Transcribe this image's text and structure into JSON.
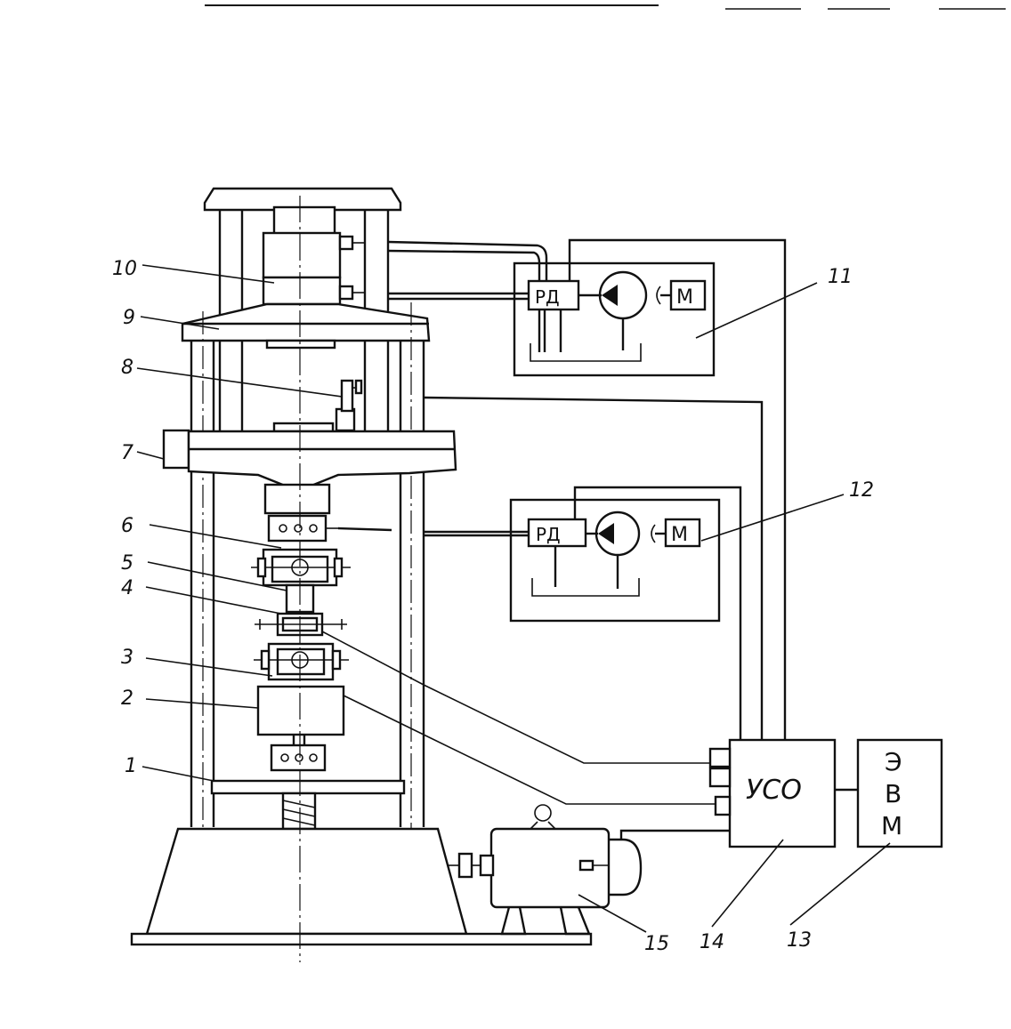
{
  "labels": {
    "l1": "1",
    "l2": "2",
    "l3": "3",
    "l4": "4",
    "l5": "5",
    "l6": "6",
    "l7": "7",
    "l8": "8",
    "l9": "9",
    "l10": "10",
    "l11": "11",
    "l12": "12",
    "l13": "13",
    "l14": "14",
    "l15": "15"
  },
  "blocks": {
    "rd_upper": "РД",
    "rd_lower": "РД",
    "motor_upper": "М",
    "motor_lower": "М",
    "uso": "УСО",
    "evm_1": "Э",
    "evm_2": "В",
    "evm_3": "М"
  }
}
